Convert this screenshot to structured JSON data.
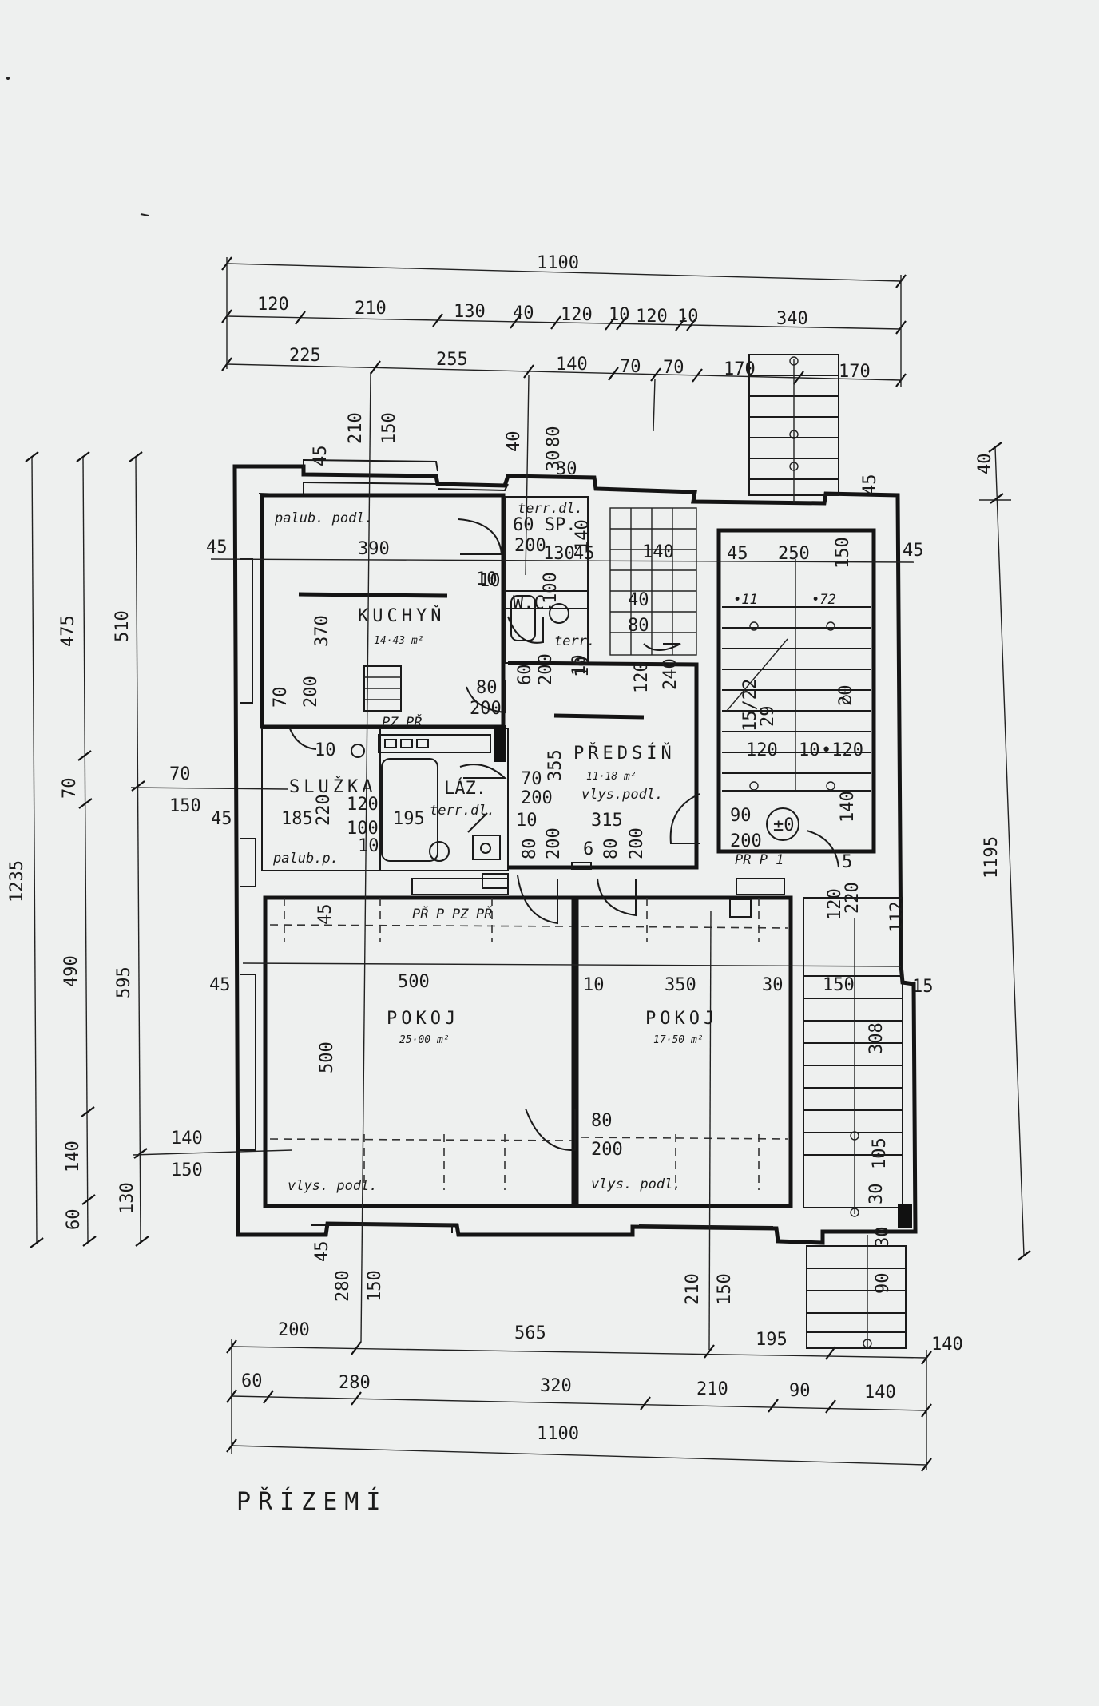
{
  "title": "PŘÍZEMÍ",
  "rooms": {
    "kitchen": {
      "name": "KUCHYŇ",
      "area": "14·43 m²",
      "floor": "palub. podl."
    },
    "maid": {
      "name": "SLUŽKA",
      "floor": "palub.p."
    },
    "bath": {
      "name": "LÁZ.",
      "floor": "terr.dl."
    },
    "wc": {
      "name": "W.C.",
      "floor": "terr."
    },
    "pantry": {
      "name": "60 SP.",
      "floor": "terr.dl."
    },
    "hall": {
      "name": "PŘEDSÍŇ",
      "area": "11·18 m²",
      "floor": "vlys.podl."
    },
    "room_big": {
      "name": "POKOJ",
      "area": "25·00 m²",
      "floor": "vlys. podl."
    },
    "room_small": {
      "name": "POKOJ",
      "area": "17·50 m²",
      "floor": "vlys. podl."
    },
    "level_mark": "±0",
    "stair_mark": "PŘ P 1",
    "furniture": {
      "k1": "PZ",
      "k2": "PŘ",
      "r1": "PŘ",
      "r2": "P",
      "r3": "PZ",
      "r4": "PŘ"
    }
  },
  "dims_top": {
    "total": "1100",
    "row1": [
      "120",
      "210",
      "130",
      "40",
      "120",
      "10",
      "120",
      "10",
      "340"
    ],
    "row2": [
      "225",
      "255",
      "140",
      "70",
      "70",
      "170",
      "170"
    ]
  },
  "dims_bottom": {
    "total": "1100",
    "row1": [
      "200",
      "565",
      "195",
      "140"
    ],
    "row2": [
      "60",
      "280",
      "320",
      "210",
      "90",
      "140"
    ]
  },
  "dims_left": {
    "total": "1235",
    "col1": [
      "475",
      "70",
      "490",
      "140",
      "60"
    ],
    "col2": [
      "510",
      "595",
      "130"
    ],
    "side": [
      "70",
      "150",
      "140",
      "150"
    ]
  },
  "dims_right": {
    "total": "1195",
    "top": "40"
  },
  "dims_inner": {
    "k_45": "45",
    "k_390": "390",
    "k_370": "370",
    "k_210": "210",
    "k_150": "150",
    "k_70": "70",
    "k_200": "200",
    "k_10": "10",
    "k_45b": "45",
    "w_40": "40",
    "w_30": "30",
    "w_80": "80",
    "w_140": "140",
    "w_200": "200",
    "w_130": "130",
    "w_45": "45",
    "w_10": "10",
    "w_100": "100",
    "w_40b": "40",
    "w_80b": "80",
    "w_10b": "10",
    "h_80": "80",
    "h_200": "200",
    "h_60": "60",
    "h_200b": "200",
    "h_10": "10",
    "h_120": "120",
    "h_240": "240",
    "h_355": "355",
    "h_70": "70",
    "h_200c": "200",
    "h_315": "315",
    "h_10b": "10",
    "h_80b": "80",
    "h_200d": "200",
    "h_6": "6",
    "h_80c": "80",
    "h_200e": "200",
    "m_185": "185",
    "m_220": "220",
    "m_120": "120",
    "m_100": "100",
    "m_195": "195",
    "m_10": "10",
    "m_10b": "10",
    "m_45": "45",
    "p_45": "45",
    "p_500": "500",
    "p_500v": "500",
    "p_45b": "45",
    "s_10": "10",
    "s_350": "350",
    "s_30": "30",
    "s_80": "80",
    "s_200": "200",
    "st_45": "45",
    "st_250": "250",
    "st_150": "150",
    "st_45b": "45",
    "st_45c": "45",
    "st_11": "•11",
    "st_72": "•72",
    "st_1522": "15/22",
    "st_29": "29",
    "st_20": "20",
    "st_120": "120",
    "st_10": "10",
    "st_120b": "•120",
    "st_90": "90",
    "st_200": "200",
    "st_140": "140",
    "st_5": "5",
    "e_120": "120",
    "e_220": "220",
    "e_112": "112",
    "e_150": "150",
    "e_15": "15",
    "e_308": "308",
    "e_105": "105",
    "e_30": "30",
    "e_30b": "30",
    "e_90": "90",
    "b_45": "45",
    "b_280": "280",
    "b_150": "150",
    "b_210": "210",
    "b_150b": "150",
    "c_40": "40",
    "c_80": "80",
    "c_30": "30"
  }
}
